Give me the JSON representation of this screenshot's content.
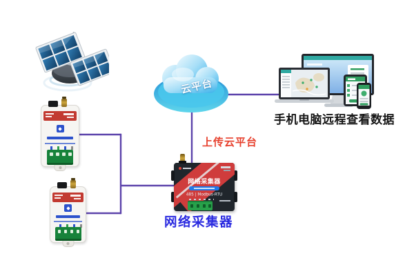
{
  "diagram": {
    "background": "#ffffff",
    "line_color": "#5c43ab"
  },
  "satellite": {
    "icon": "satellite-icon"
  },
  "cloud": {
    "icon": "cloud-platform-icon",
    "label": "云平台"
  },
  "upload_annotation": {
    "text": "上传云平台",
    "color": "#e7402d"
  },
  "remote_devices": {
    "caption": "手机电脑远程查看数据",
    "caption_color": "#161616",
    "icons": [
      "desktop-monitor-icon",
      "laptop-map-icon",
      "tablet-icon",
      "smartphone-icon"
    ]
  },
  "collector": {
    "icon": "network-collector-device",
    "face_title": "网络采集器",
    "face_subtitle": "485 | Modbus-RTU",
    "caption": "网络采集器",
    "caption_color": "#2a2ae0"
  },
  "gprs_modules": {
    "icon": "gprs-module-icon",
    "count": 2
  }
}
